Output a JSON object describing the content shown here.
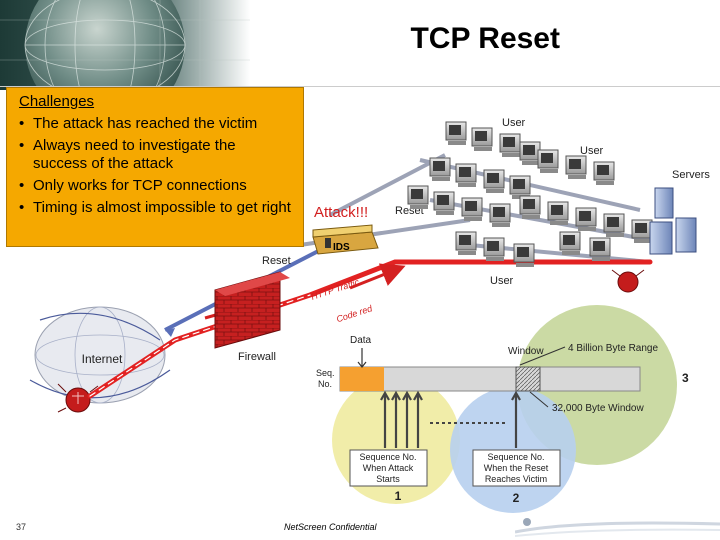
{
  "slide": {
    "title": "TCP Reset",
    "page_number": "37",
    "confidential": "NetScreen Confidential"
  },
  "challenges": {
    "heading": "Challenges",
    "items": [
      "The attack has reached the victim",
      "Always need to investigate the success of the attack",
      "Only works for TCP connections",
      "Timing is almost impossible to get right"
    ]
  },
  "diagram": {
    "user_top": "User",
    "user_mid": "User",
    "user_bottom": "User",
    "servers": "Servers",
    "attack": "Attack!!!",
    "reset_right": "Reset",
    "reset_left": "Reset",
    "ids": "IDS",
    "http_traffic": "HTTP Traffic",
    "code_red": "Code red",
    "internet": "Internet",
    "firewall": "Firewall",
    "data": "Data",
    "seq_no_line1": "Seq.",
    "seq_no_line2": "No.",
    "window": "Window",
    "byte_range": "4 Billion Byte Range",
    "byte_window": "32,000 Byte Window",
    "circle3": "3",
    "seq_attack": [
      "Sequence No.",
      "When Attack",
      "Starts"
    ],
    "circle1": "1",
    "seq_reset": [
      "Sequence No.",
      "When the Reset",
      "Reaches Victim"
    ],
    "circle2": "2"
  },
  "colors": {
    "challenge_box": "#f5a800",
    "attack_text": "#d21f1f",
    "red_traffic": "#e22222",
    "circle_yellow": "#f0eba0",
    "circle_blue": "#b7cfee",
    "circle_green": "#c5d69a"
  }
}
